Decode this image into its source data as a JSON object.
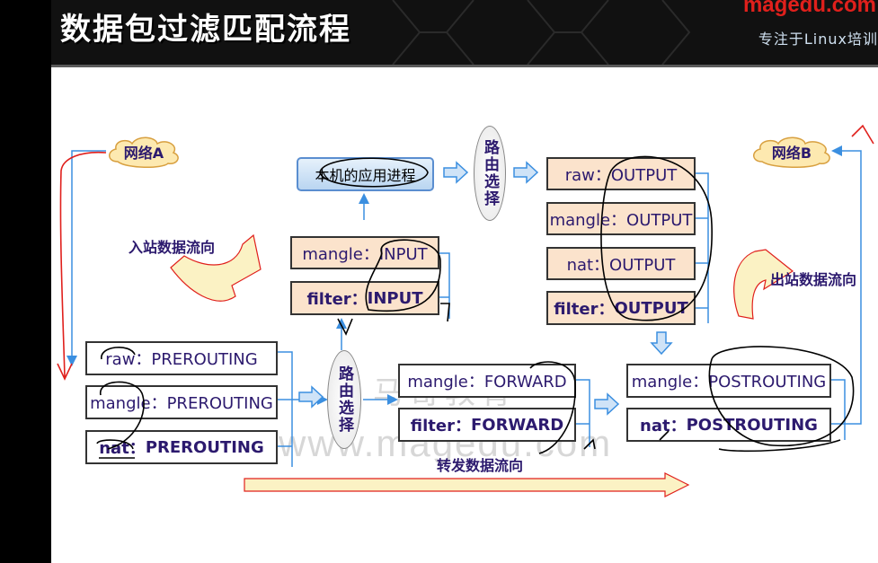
{
  "header": {
    "title": "数据包过滤匹配流程",
    "brand": "magedu.com",
    "tagline": "专注于Linux培训"
  },
  "watermark": {
    "cn": "马哥教育",
    "url": "www.magedu.com"
  },
  "clouds": {
    "network_a": "网络A",
    "network_b": "网络B"
  },
  "app_process": "本机的应用进程",
  "routing": "路由选择",
  "input_chain": {
    "mangle": "mangle：INPUT",
    "filter_table": "filter：",
    "filter_chain": "INPUT"
  },
  "output_chain": {
    "raw": "raw：OUTPUT",
    "mangle": "mangle：OUTPUT",
    "nat": "nat：OUTPUT",
    "filter_table": "filter：",
    "filter_chain": "OUTPUT"
  },
  "prerouting_chain": {
    "raw": "raw：PREROUTING",
    "mangle": "mangle：PREROUTING",
    "nat_table": "nat：",
    "nat_chain": "PREROUTING"
  },
  "forward_chain": {
    "mangle": "mangle：FORWARD",
    "filter_table": "filter：",
    "filter_chain": "FORWARD"
  },
  "postrouting_chain": {
    "mangle": "mangle：POSTROUTING",
    "nat_table": "nat：",
    "nat_chain": "POSTROUTING"
  },
  "flows": {
    "inbound": "入站数据流向",
    "outbound": "出站数据流向",
    "forward": "转发数据流向"
  },
  "colors": {
    "box_border": "#333333",
    "peach": "#fbe3cc",
    "text": "#2c1a6e",
    "arrow_blue": "#3b8fe0",
    "annotation_black": "#000000",
    "annotation_red": "#e0201c"
  }
}
